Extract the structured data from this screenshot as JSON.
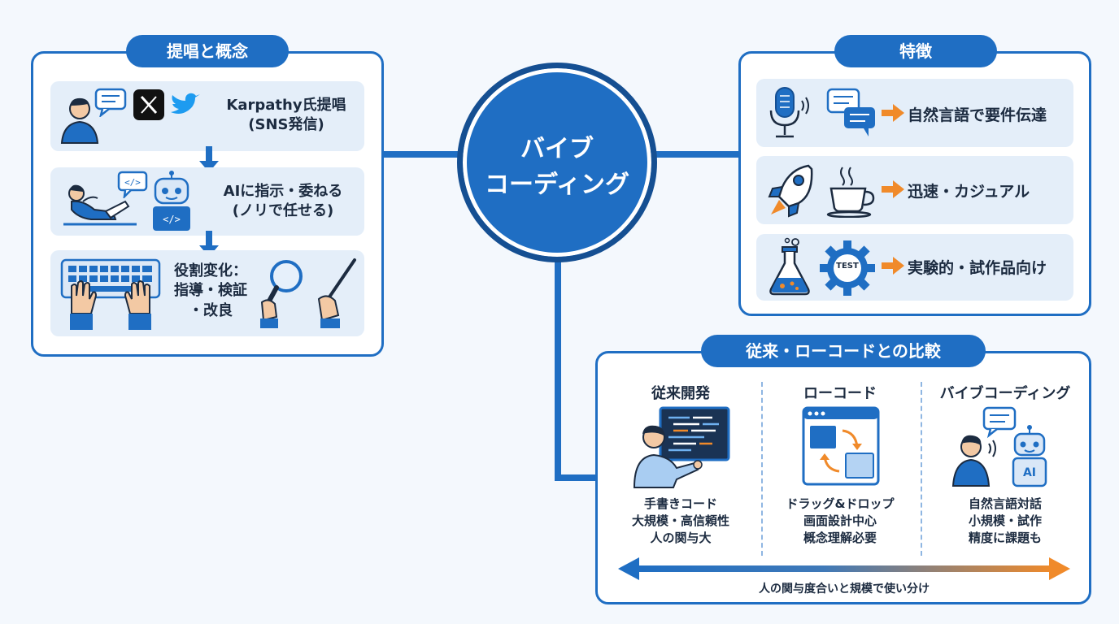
{
  "center": {
    "line1": "バイブ",
    "line2": "コーディング"
  },
  "concept": {
    "title": "提唱と概念",
    "items": [
      {
        "lines": [
          "Karpathy氏提唱",
          "(SNS発信)"
        ]
      },
      {
        "lines": [
          "AIに指示・委ねる",
          "(ノリで任せる)"
        ]
      },
      {
        "lines": [
          "役割変化：",
          "指導・検証",
          "・改良"
        ]
      }
    ]
  },
  "features": {
    "title": "特徴",
    "items": [
      {
        "label": "自然言語で要件伝達"
      },
      {
        "label": "迅速・カジュアル"
      },
      {
        "label": "実験的・試作品向け"
      }
    ],
    "test_badge": "TEST"
  },
  "comparison": {
    "title": "従来・ローコードとの比較",
    "columns": [
      {
        "title": "従来開発",
        "lines": [
          "手書きコード",
          "大規模・高信頼性",
          "人の関与大"
        ]
      },
      {
        "title": "ローコード",
        "lines": [
          "ドラッグ&ドロップ",
          "画面設計中心",
          "概念理解必要"
        ]
      },
      {
        "title": "バイブコーディング",
        "lines": [
          "自然言語対話",
          "小規模・試作",
          "精度に課題も"
        ]
      }
    ],
    "robot_label": "AI",
    "scale_label": "人の関与度合いと規模で使い分け"
  },
  "colors": {
    "primary": "#1f6ec3",
    "light_row": "#e4eef9",
    "accent_orange": "#f08a2a",
    "background": "#f4f8fd"
  }
}
